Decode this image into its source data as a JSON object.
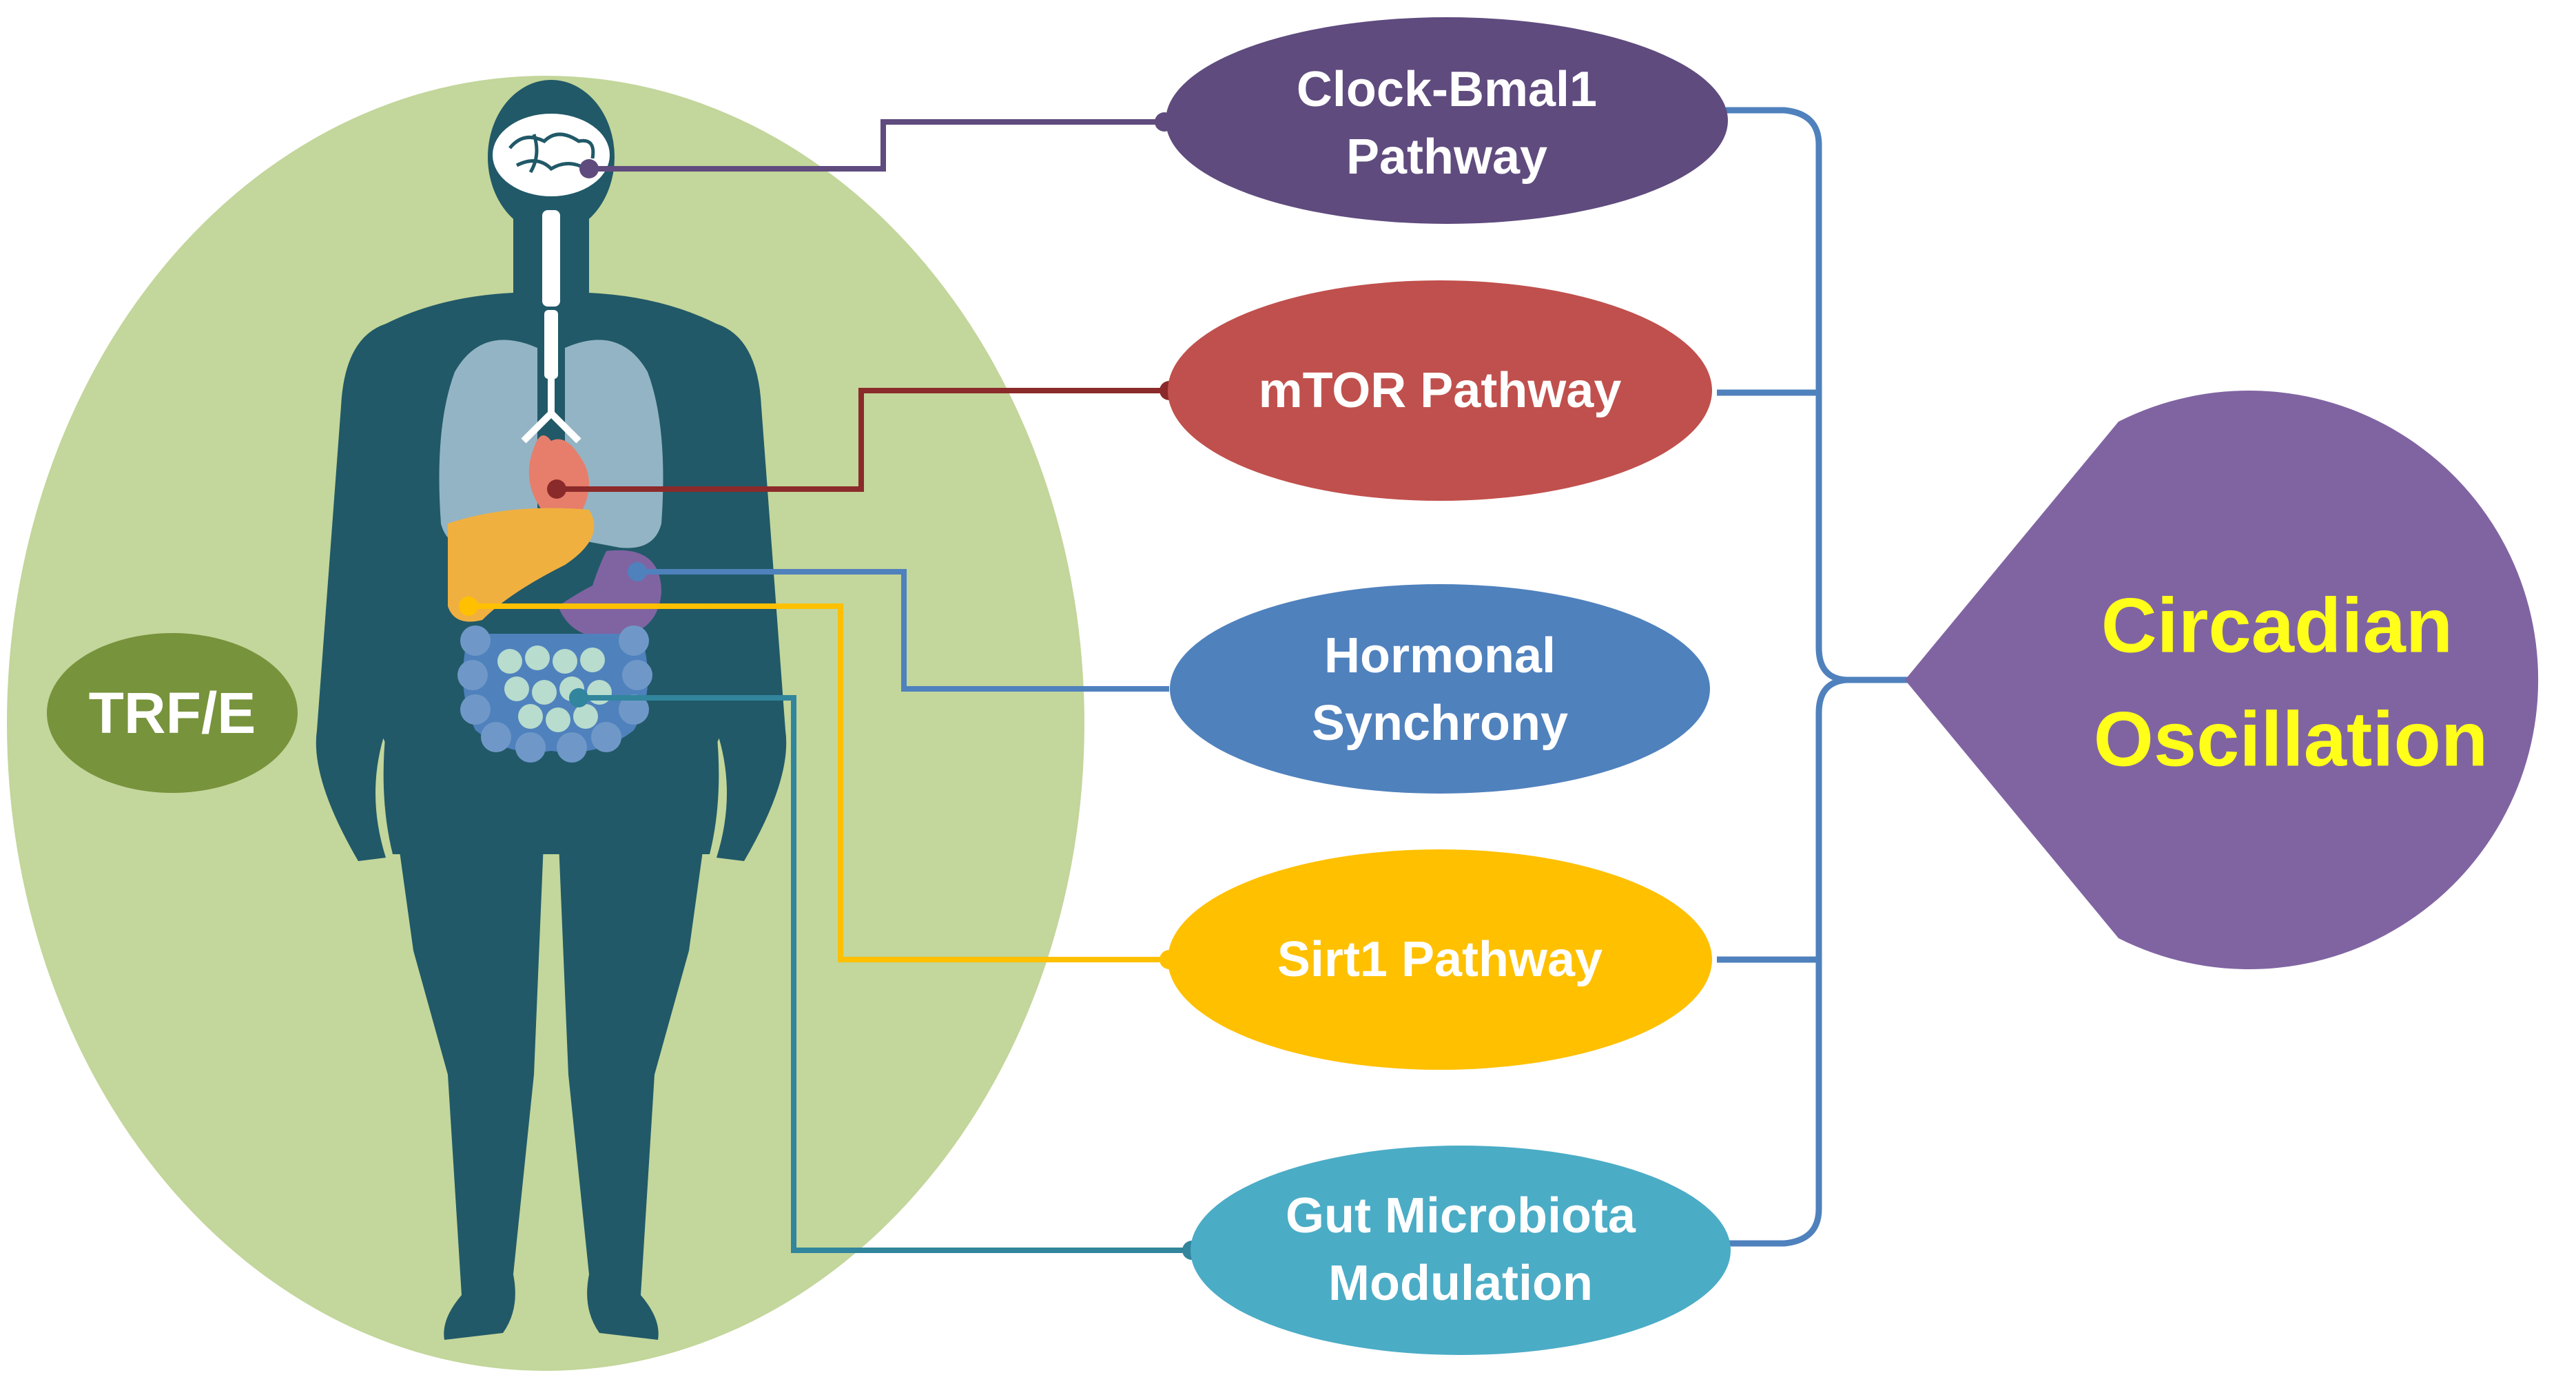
{
  "intervention": {
    "label": "TRF/E"
  },
  "pathways": [
    {
      "line1": "Clock-Bmal1",
      "line2": "Pathway",
      "color": "#5f4b7e"
    },
    {
      "line1": "mTOR Pathway",
      "line2": "",
      "color": "#c0504d"
    },
    {
      "line1": "Hormonal",
      "line2": "Synchrony",
      "color": "#4f81bd"
    },
    {
      "line1": "Sirt1 Pathway",
      "line2": "",
      "color": "#ffc000"
    },
    {
      "line1": "Gut Microbiota",
      "line2": "Modulation",
      "color": "#4bacc6"
    }
  ],
  "outcome": {
    "line1": "Circadian",
    "line2": "Oscillation",
    "color": "#8064a2",
    "text_color": "#ffff1a"
  },
  "colors": {
    "body_background": "#c3d69b",
    "body_silhouette": "#215968",
    "trf_ellipse": "#77933c",
    "bracket": "#4f81bd",
    "connector_clock": "#5f4b7e",
    "connector_mtor": "#8b2a2a",
    "connector_hormonal": "#4f81bd",
    "connector_sirt1": "#ffc000",
    "connector_gut": "#31859c"
  },
  "icons": [
    "brain-icon",
    "spine-icon",
    "lungs-icon",
    "heart-icon",
    "liver-icon",
    "stomach-icon",
    "intestine-icon",
    "human-body-icon"
  ]
}
